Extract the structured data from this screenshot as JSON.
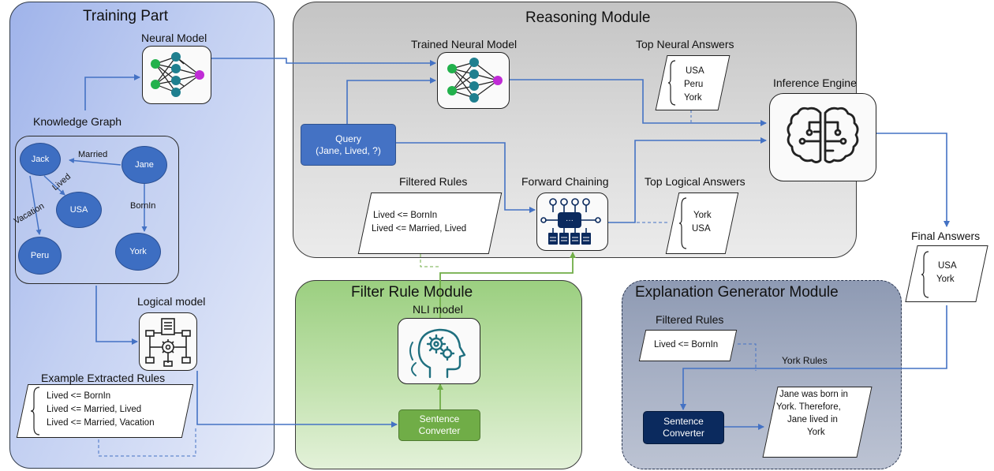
{
  "training": {
    "title": "Training Part",
    "neural_model_label": "Neural Model",
    "knowledge_graph_label": "Knowledge Graph",
    "logical_model_label": "Logical model",
    "example_rules_label": "Example Extracted Rules",
    "example_rules": [
      "Lived <= BornIn",
      "Lived <= Married, Lived",
      "Lived <= Married, Vacation"
    ]
  },
  "knowledge_graph": {
    "nodes": [
      "Jack",
      "Jane",
      "USA",
      "Peru",
      "York"
    ],
    "edges": [
      "Married",
      "Lived",
      "Vacation",
      "BornIn"
    ]
  },
  "reasoning": {
    "title": "Reasoning Module",
    "trained_model_label": "Trained Neural Model",
    "top_neural_label": "Top Neural Answers",
    "top_neural_answers": [
      "USA",
      "Peru",
      "York"
    ],
    "inference_label": "Inference Engine",
    "query_line1": "Query",
    "query_line2": "(Jane, Lived, ?)",
    "filtered_rules_label": "Filtered Rules",
    "filtered_rules": [
      "Lived <= BornIn",
      "Lived <= Married, Lived"
    ],
    "forward_chaining_label": "Forward Chaining",
    "top_logical_label": "Top Logical Answers",
    "top_logical_answers": [
      "York",
      "USA"
    ]
  },
  "final": {
    "label": "Final Answers",
    "answers": [
      "USA",
      "York"
    ]
  },
  "filter_module": {
    "title": "Filter Rule Module",
    "nli_label": "NLI model",
    "sentence_converter_line1": "Sentence",
    "sentence_converter_line2": "Converter"
  },
  "explanation_module": {
    "title": "Explanation Generator Module",
    "filtered_rules_label": "Filtered Rules",
    "filtered_rule": "Lived <= BornIn",
    "york_rules_label": "York Rules",
    "sentence_converter_line1": "Sentence",
    "sentence_converter_line2": "Converter",
    "explanation": [
      "Jane was born in",
      "York. Therefore,",
      "Jane lived in",
      "York"
    ]
  },
  "colors": {
    "connector_blue": "#4472c4",
    "connector_green": "#70ad47",
    "node_blue": "#3d6ec2",
    "nn_input_green": "#22b14c",
    "nn_hidden_teal": "#1f7f8f",
    "nn_output_magenta": "#c02bd6",
    "navy": "#0b2a5e"
  },
  "icons": [
    "neural-network-icon",
    "flowchart-gear-icon",
    "brain-circuit-icon",
    "document-tree-icon",
    "head-gears-icon"
  ]
}
